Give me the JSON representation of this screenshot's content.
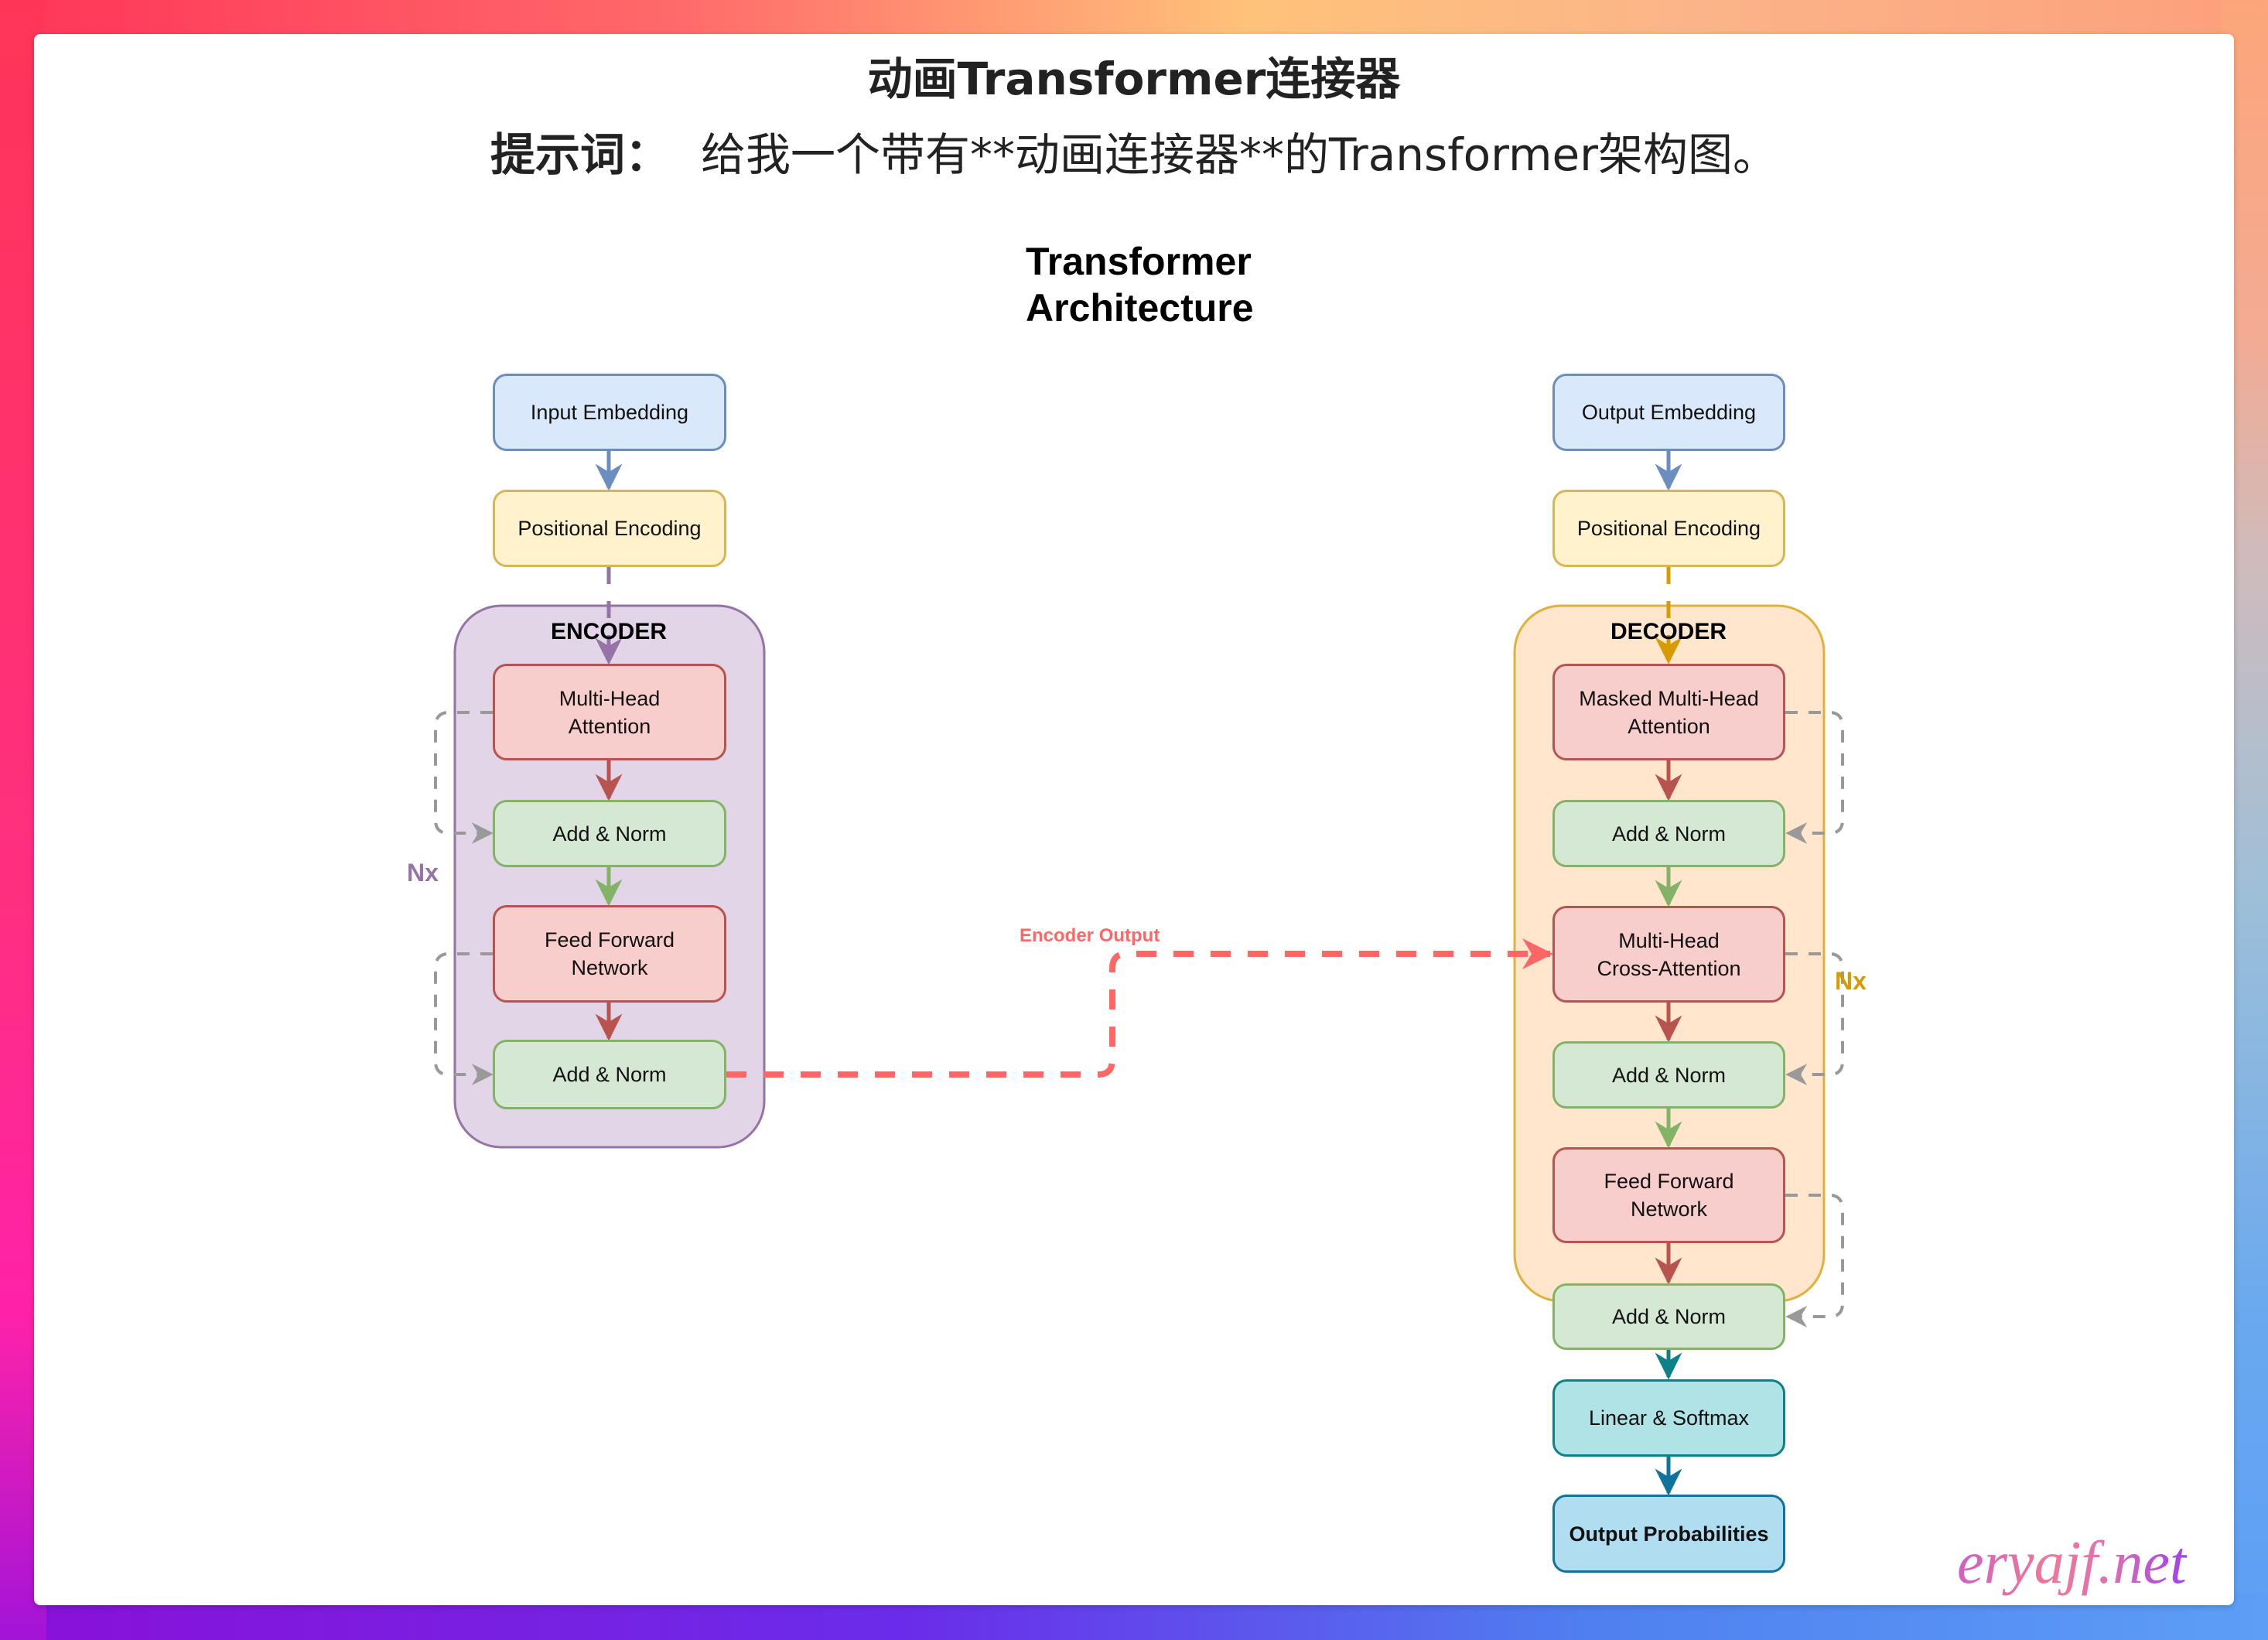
{
  "header": {
    "title": "动画Transformer连接器",
    "prompt_label": "提示词：",
    "prompt_text": "给我一个带有**动画连接器**的Transformer架构图。"
  },
  "diagram": {
    "title_line1": "Transformer",
    "title_line2": "Architecture",
    "encoder": {
      "label": "ENCODER",
      "repeat_label": "Nx",
      "input_embedding": "Input Embedding",
      "positional_encoding": "Positional Encoding",
      "blocks": [
        "Multi-Head\nAttention",
        "Add & Norm",
        "Feed Forward\nNetwork",
        "Add & Norm"
      ]
    },
    "decoder": {
      "label": "DECODER",
      "repeat_label": "Nx",
      "output_embedding": "Output Embedding",
      "positional_encoding": "Positional Encoding",
      "blocks": [
        "Masked Multi-Head\nAttention",
        "Add & Norm",
        "Multi-Head\nCross-Attention",
        "Add & Norm",
        "Feed Forward\nNetwork",
        "Add & Norm"
      ],
      "linear_softmax": "Linear & Softmax",
      "output_probabilities": "Output Probabilities"
    },
    "connector_label": "Encoder Output",
    "colors": {
      "encoder_accent": "#9673a6",
      "decoder_accent": "#d79b00",
      "connector": "#ff6666",
      "skip": "#999999"
    }
  },
  "watermark": "eryajf.net"
}
